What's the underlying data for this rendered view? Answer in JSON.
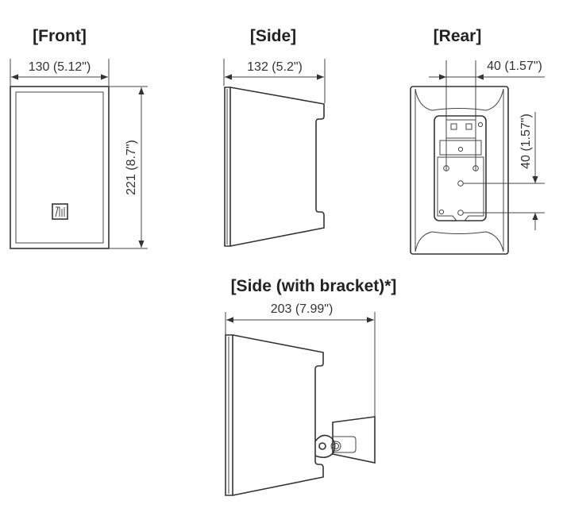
{
  "views": {
    "front": {
      "title": "[Front]",
      "width_dim": "130 (5.12\")",
      "height_dim": "221 (8.7\")"
    },
    "side": {
      "title": "[Side]",
      "depth_dim": "132 (5.2\")"
    },
    "rear": {
      "title": "[Rear]",
      "hole_h_dim": "40 (1.57\")",
      "hole_v_dim": "40 (1.57\")"
    },
    "bracket": {
      "title": "[Side (with bracket)*]",
      "depth_dim": "203 (7.99\")"
    }
  }
}
